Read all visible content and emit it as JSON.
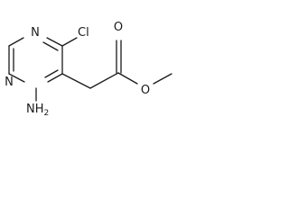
{
  "molecule": {
    "atoms": {
      "n_top": "N",
      "n_left": "N",
      "cl": "Cl",
      "amino_n": "NH",
      "amino_sub": "2",
      "ester_o_double": "O",
      "ester_o_single": "O"
    }
  }
}
